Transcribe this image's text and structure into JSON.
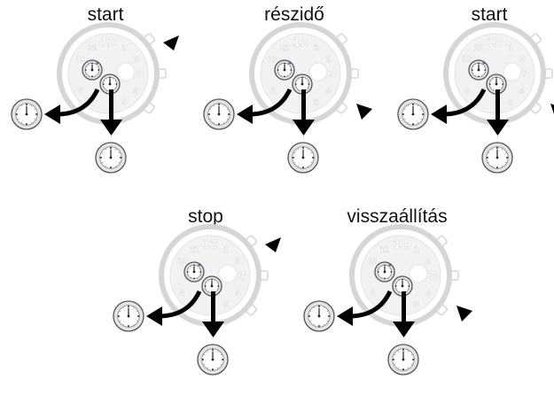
{
  "title": "",
  "steps": [
    {
      "label": "start",
      "button": "top-right pusher"
    },
    {
      "label": "részidő",
      "button": "bottom-right pusher"
    },
    {
      "label": "start",
      "button": "bottom-right pusher"
    },
    {
      "label": "stop",
      "button": "top-right pusher"
    },
    {
      "label": "visszaállítás",
      "button": "bottom-right pusher"
    }
  ],
  "dial_numerals": [
    "12",
    "1",
    "2",
    "3",
    "4",
    "5",
    "7",
    "8",
    "10",
    "11"
  ],
  "colors": {
    "watch_outline": "#d6d6d6",
    "watch_face": "#f2f2f2",
    "numerals": "#ffffff",
    "arrow": "#000000",
    "pointer": "#000000",
    "subdial_outline": "#555555",
    "subdial_fill": "#e4e4e4",
    "highlight_blue": "#3a6fb0"
  }
}
